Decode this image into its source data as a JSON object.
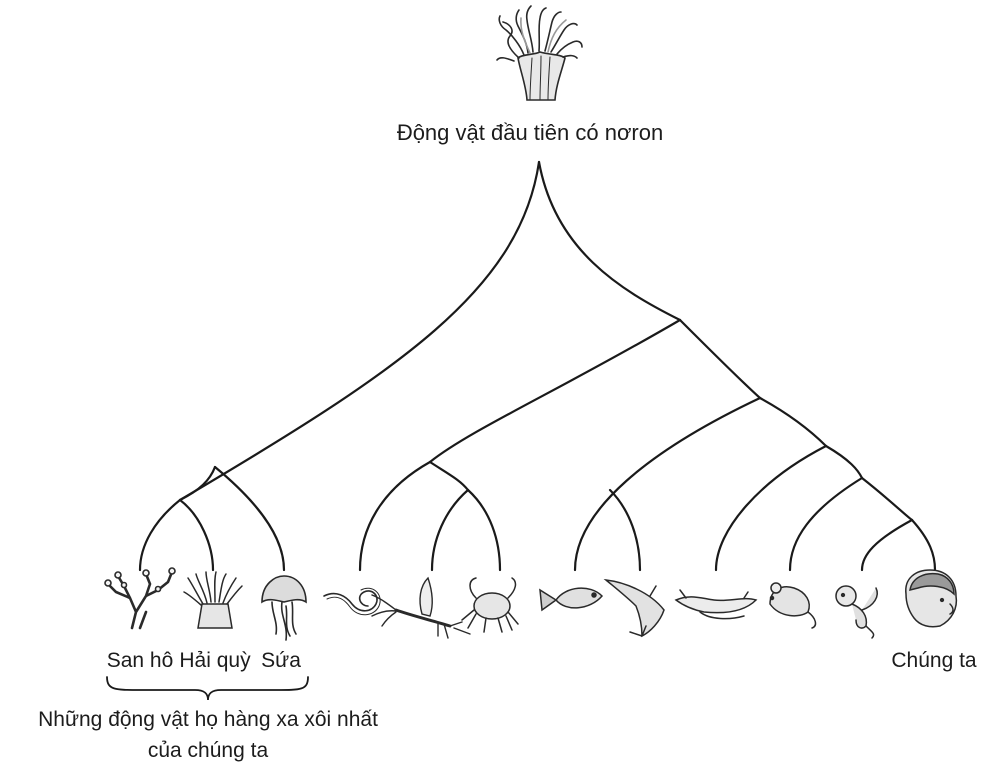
{
  "root_label": "Động vật đầu tiên có nơron",
  "leaves": [
    {
      "name": "coral-icon",
      "label": "San hô"
    },
    {
      "name": "sea-anemone-icon",
      "label": "Hải quỳ"
    },
    {
      "name": "jellyfish-icon",
      "label": "Sứa"
    },
    {
      "name": "worm-icon",
      "label": ""
    },
    {
      "name": "mayfly-icon",
      "label": ""
    },
    {
      "name": "crab-icon",
      "label": ""
    },
    {
      "name": "fish-icon",
      "label": ""
    },
    {
      "name": "shark-icon",
      "label": ""
    },
    {
      "name": "eel-icon",
      "label": ""
    },
    {
      "name": "mouse-icon",
      "label": ""
    },
    {
      "name": "monkey-icon",
      "label": ""
    },
    {
      "name": "human-head-icon",
      "label": "Chúng ta"
    }
  ],
  "bracket_caption": {
    "line1": "Những động vật họ hàng xa xôi nhất",
    "line2": "của chúng ta"
  },
  "colors": {
    "line": "#1a1a1a",
    "ink": "#2a2a2a",
    "paper": "#ffffff"
  }
}
